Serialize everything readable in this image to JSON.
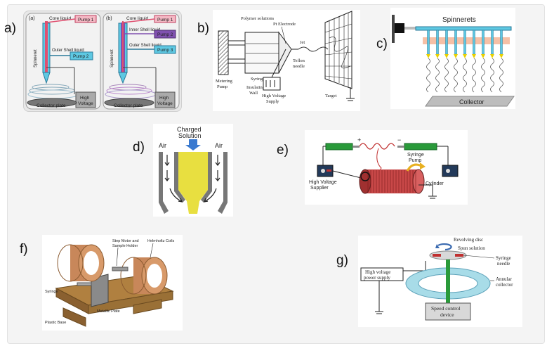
{
  "labels": {
    "a": "a)",
    "b": "b)",
    "c": "c)",
    "d": "d)",
    "e": "e)",
    "f": "f)",
    "g": "g)"
  },
  "panel_a": {
    "left": {
      "tag": "(a)",
      "core": "Core liquid",
      "outer": "Outer Shell liquid",
      "pump1": "Pump 1",
      "pump2": "Pump 2",
      "spinneret": "Spinneret",
      "hv1": "High",
      "hv2": "Voltage",
      "plate": "Collector plate"
    },
    "right": {
      "tag": "(b)",
      "core": "Core liquid",
      "inner": "Inner Shell liquid",
      "outer": "Outer Shell liquid",
      "pump1": "Pump 1",
      "pump2": "Pump 2",
      "pump3": "Pump 3",
      "spinneret": "Spinneret",
      "hv1": "High",
      "hv2": "Voltage",
      "plate": "Collector plate"
    }
  },
  "panel_b": {
    "polymer": "Polymer solutions",
    "electrode": "Pt Electrode",
    "jet": "Jet",
    "syringes": "Syringes",
    "metering1": "Metering",
    "metering2": "Pump",
    "insulating1": "Insulating",
    "insulating2": "Wall",
    "teflon1": "Teflon",
    "teflon2": "needle",
    "hv1": "High Voltage",
    "hv2": "Supply",
    "target": "Target"
  },
  "panel_c": {
    "spinnerets": "Spinnerets",
    "collector": "Collector"
  },
  "panel_d": {
    "title1": "Charged",
    "title2": "Solution",
    "air_left": "Air",
    "air_right": "Air"
  },
  "panel_e": {
    "plus": "+",
    "minus": "−",
    "pump1": "Syringe",
    "pump2": "Pump",
    "hv1": "High Voltage",
    "hv2": "Supplier",
    "cylinder": "Cylinder"
  },
  "panel_f": {
    "motor1": "Step Motor and",
    "motor2": "Sample Holder",
    "helmholtz": "Helmholtz Coils",
    "syringe": "Syringe",
    "plastic": "Plastic Base",
    "metallic": "Metallic Plate"
  },
  "panel_g": {
    "disc": "Revolving disc",
    "spun": "Spun solution",
    "needle1": "Syringe",
    "needle2": "needle",
    "hv1": "High voltage",
    "hv2": "power supply",
    "annular1": "Annular",
    "annular2": "collector",
    "speed1": "Speed control",
    "speed2": "device"
  },
  "colors": {
    "cyan": "#5ec8e2",
    "pink": "#e05070",
    "purple": "#8050b0",
    "copper": "#c8875a",
    "wood": "#b08040",
    "green": "#2a9a3a",
    "yellow": "#e8d000"
  }
}
